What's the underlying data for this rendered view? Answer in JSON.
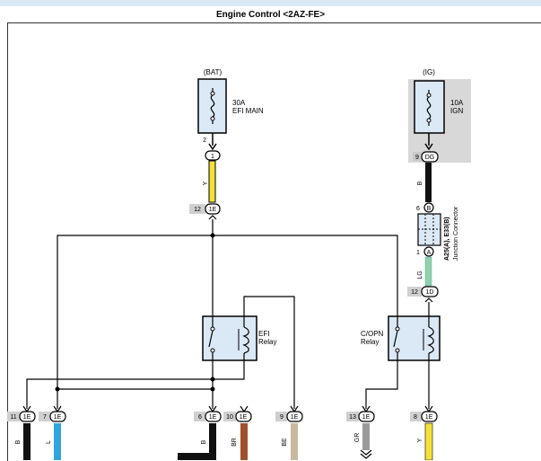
{
  "header": {
    "title": "Engine Control <2AZ-FE>"
  },
  "diagram": {
    "bat_label": "(BAT)",
    "ig_label": "(IG)",
    "fuse_efi": {
      "rating": "30A",
      "name": "EFI MAIN"
    },
    "fuse_ign": {
      "rating": "10A",
      "name": "IGN"
    },
    "pin_fuse_efi": "2",
    "conn_1": {
      "pin": "",
      "label": "1"
    },
    "wire_y_top": "Y",
    "conn_12_1e": {
      "pin": "12",
      "label": "1E"
    },
    "conn_9_dg": {
      "pin": "9",
      "label": "DG"
    },
    "wire_b_top": "B",
    "conn_6_b": {
      "pin": "6",
      "label": "B"
    },
    "conn_1_a": {
      "pin": "1",
      "label": "A"
    },
    "junction": {
      "id": "A25(A), E33(B)",
      "name": "Junction Connector"
    },
    "wire_lg": "LG",
    "conn_12_1d": {
      "pin": "12",
      "label": "1D"
    },
    "relay_efi": {
      "line1": "EFI",
      "line2": "Relay"
    },
    "relay_copn": {
      "line1": "C/OPN",
      "line2": "Relay"
    },
    "bottom_connectors": [
      {
        "pin": "11",
        "label": "1E",
        "wire": "B"
      },
      {
        "pin": "7",
        "label": "1E",
        "wire": "L"
      },
      {
        "pin": "6",
        "label": "1E",
        "wire": "B"
      },
      {
        "pin": "10",
        "label": "1E",
        "wire": "BR"
      },
      {
        "pin": "9",
        "label": "1E",
        "wire": "BE"
      },
      {
        "pin": "13",
        "label": "1E",
        "wire": "GR"
      },
      {
        "pin": "8",
        "label": "1E",
        "wire": "Y"
      }
    ],
    "colors": {
      "yellow": "#f5e03a",
      "black": "#111111",
      "blue": "#2fa5dc",
      "brown": "#a0502a",
      "beige": "#c8b8a0",
      "gray": "#9a9a9a",
      "green": "#8fd1a8",
      "fuse_fill": "#dbe8f6",
      "shade": "#d8d8d8"
    }
  }
}
